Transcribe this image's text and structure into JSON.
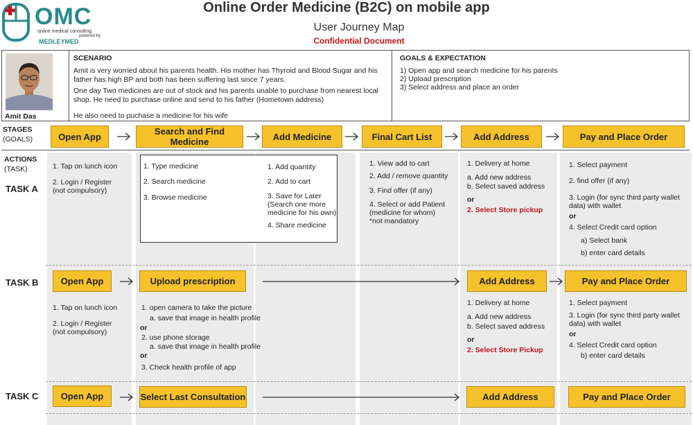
{
  "header": {
    "title": "Online Order Medicine  (B2C) on mobile app",
    "subtitle": "User Journey Map",
    "confidential": "Confidential Document"
  },
  "logo": {
    "name": "OMC",
    "tagline": "online medical consulting",
    "powered": "powered by",
    "brand": "MEDLEYMED"
  },
  "persona": {
    "name": "Amit Das"
  },
  "scenario": {
    "heading": "SCENARIO",
    "p1": "Amit is very worried about his parents health. His mother has Thyroid and Blood Sugar and his father has high BP and both has been suffering last since 7 years.",
    "p2": "One day Two medicines are out of stock and his parents unable to purchase from nearest local shop. He need to purchase online and send to his father (Hometown address)",
    "p3": "He also need to puchase a medicine for his wife"
  },
  "goals": {
    "heading": "GOALS & EXPECTATION",
    "items": [
      "1) Open app and search medicine for his parents",
      "2) Upload prescription",
      "3) Select address and place an order"
    ]
  },
  "labels": {
    "stages": "STAGES",
    "stages_sub": "(GOALS)",
    "actions": "ACTIONS",
    "actions_sub": "(TASK)",
    "task_a": "TASK A",
    "task_b": "TASK B",
    "task_c": "TASK C"
  },
  "stages": [
    "Open App",
    "Search and Find Medicine",
    "Add Medicine",
    "Final Cart List",
    "Add Address",
    "Pay and Place Order"
  ],
  "task_a": {
    "open": [
      "1. Tap on lunch icon",
      "2. Login / Register",
      "(not compulsory)"
    ],
    "search": [
      "1. Type medicine",
      "2. Search medicine",
      "3. Browse medicine"
    ],
    "add": [
      "1. Add quantity",
      "2. Add to cart",
      "3. Save for Later",
      "(Search one more",
      "medicine for his own)",
      "4. Share medicine"
    ],
    "cart": [
      "1. View add to cart",
      "2. Add / remove quantity",
      "3. Find offer (if any)",
      "4. Select or add Patient",
      "(medicine for whom)",
      "*not mandatory"
    ],
    "address": [
      "1. Delivery at home",
      "a. Add new address",
      "b. Select saved address",
      "or",
      "2. Select Store pickup"
    ],
    "pay": [
      "1. Select payment",
      "2. find offer (if any)",
      "3. Login (for sync third party wallet",
      "data) with wallet",
      "or",
      "4. Select Credit card option",
      "a) Select bank",
      "b) enter card details"
    ]
  },
  "task_b": {
    "stages": [
      "Open App",
      "Upload prescription",
      "Add Address",
      "Pay and Place Order"
    ],
    "open": [
      "1. Tap on lunch icon",
      "2. Login / Register",
      "(not compulsory)"
    ],
    "upload": [
      "1. open camera to take the picture",
      "a. save that image in health profile",
      "or",
      "2. use phone storage",
      "a. save that image in health profile",
      "or",
      "3. Check health profile of app"
    ],
    "address": [
      "1. Delivery at home",
      "a. Add new address",
      "b. Select saved address",
      "or",
      "2. Select Store Pickup"
    ],
    "pay": [
      "1. Select payment",
      "3. Login (for sync third party wallet",
      "data) with wallet",
      "or",
      "4. Select Credit card option",
      "b) enter card details"
    ]
  },
  "task_c": {
    "stages": [
      "Open App",
      "Select Last Consultation",
      "Add Address",
      "Pay and Place Order"
    ]
  },
  "colors": {
    "stage_fill": "#f5c22c",
    "accent_red": "#c0151b",
    "logo_teal": "#2a8a8a",
    "column_bg": "#ebebeb"
  }
}
